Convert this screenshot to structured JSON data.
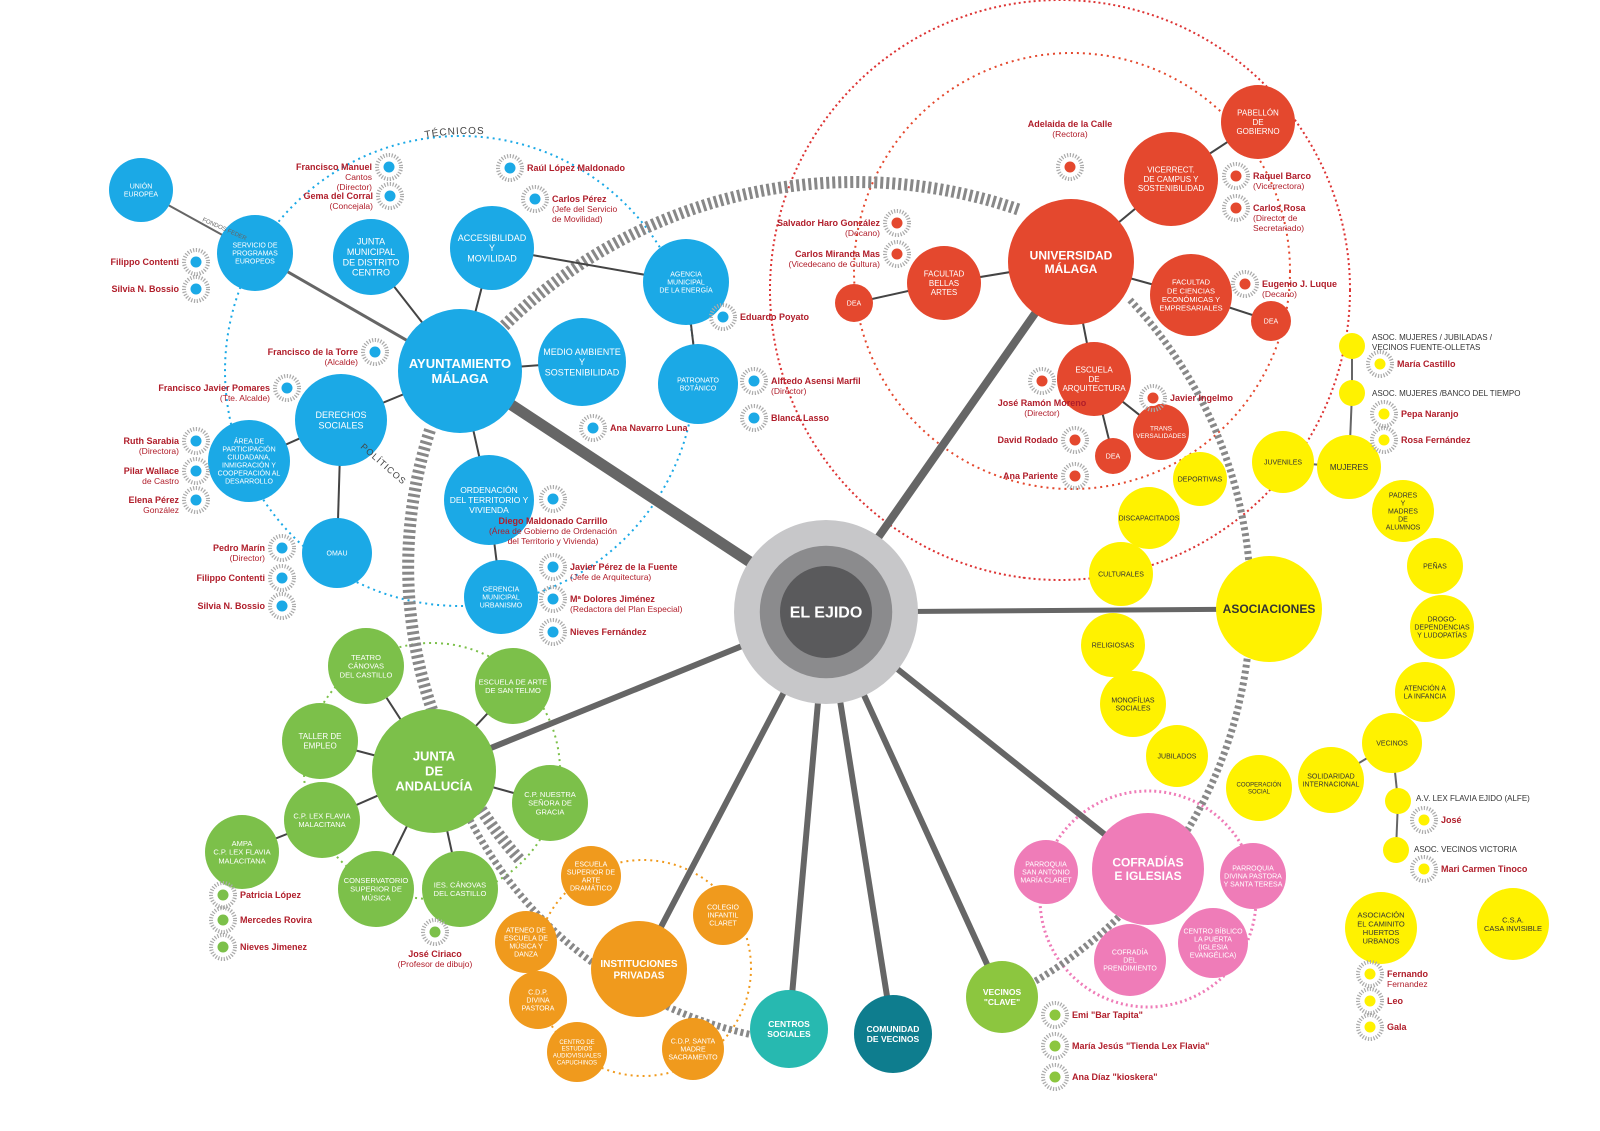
{
  "colors": {
    "blue": "#1ba9e6",
    "red": "#e4482e",
    "yellow": "#fff200",
    "green": "#7cc04a",
    "orange": "#f09a1d",
    "pink": "#ef7cb8",
    "teal": "#27b9b0",
    "darkteal": "#0e7d8e",
    "lime": "#8cc63f",
    "gray": "#666666",
    "person": "#b01d2a"
  },
  "arc_labels": {
    "tecnicos": "TÉCNICOS",
    "politicos": "POLÍTICOS",
    "fondos": "FONDOS FEDER"
  },
  "nodes": [
    {
      "id": "ejido",
      "label": [
        "EL EJIDO"
      ]
    },
    {
      "id": "ayto",
      "label": [
        "AYUNTAMIENTO",
        "MÁLAGA"
      ]
    },
    {
      "id": "ue",
      "label": [
        "UNIÓN",
        "EUROPEA"
      ]
    },
    {
      "id": "spe",
      "label": [
        "SERVICIO DE",
        "PROGRAMAS",
        "EUROPEOS"
      ]
    },
    {
      "id": "jmd",
      "label": [
        "JUNTA",
        "MUNICIPAL",
        "DE DISTRITO",
        "CENTRO"
      ]
    },
    {
      "id": "acc",
      "label": [
        "ACCESIBILIDAD",
        "Y",
        "MOVILIDAD"
      ]
    },
    {
      "id": "agencia",
      "label": [
        "AGENCIA",
        "MUNICIPAL",
        "DE LA ENERGÍA"
      ]
    },
    {
      "id": "medio",
      "label": [
        "MEDIO AMBIENTE",
        "Y",
        "SOSTENIBILIDAD"
      ]
    },
    {
      "id": "patronato",
      "label": [
        "PATRONATO",
        "BOTÁNICO"
      ]
    },
    {
      "id": "derechos",
      "label": [
        "DERECHOS",
        "SOCIALES"
      ]
    },
    {
      "id": "area",
      "label": [
        "ÁREA DE",
        "PARTICIPACIÓN",
        "CIUDADANA,",
        "INMIGRACIÓN Y",
        "COOPERACIÓN AL",
        "DESARROLLO"
      ]
    },
    {
      "id": "omau",
      "label": [
        "OMAU"
      ]
    },
    {
      "id": "ordenacion",
      "label": [
        "ORDENACIÓN",
        "DEL TERRITORIO Y",
        "VIVIENDA"
      ]
    },
    {
      "id": "gerencia",
      "label": [
        "GERENCIA",
        "MUNICIPAL",
        "URBANISMO"
      ]
    },
    {
      "id": "uma",
      "label": [
        "UNIVERSIDAD",
        "MÁLAGA"
      ]
    },
    {
      "id": "pabellon",
      "label": [
        "PABELLÓN",
        "DE",
        "GOBIERNO"
      ]
    },
    {
      "id": "vicerrect",
      "label": [
        "VICERRECT.",
        "DE CAMPUS Y",
        "SOSTENIBILIDAD"
      ]
    },
    {
      "id": "bellas",
      "label": [
        "FACULTAD",
        "BELLAS",
        "ARTES"
      ]
    },
    {
      "id": "dea1",
      "label": [
        "DEA"
      ]
    },
    {
      "id": "fcee",
      "label": [
        "FACULTAD",
        "DE CIENCIAS",
        "ECONÓMICAS Y",
        "EMPRESARIALES"
      ]
    },
    {
      "id": "dea2",
      "label": [
        "DEA"
      ]
    },
    {
      "id": "arq",
      "label": [
        "ESCUELA",
        "DE",
        "ARQUITECTURA"
      ]
    },
    {
      "id": "trans",
      "label": [
        "TRANS",
        "VERSALIDADES"
      ]
    },
    {
      "id": "dea3",
      "label": [
        "DEA"
      ]
    },
    {
      "id": "asoc",
      "label": [
        "ASOCIACIONES"
      ]
    },
    {
      "id": "juveniles",
      "label": [
        "JUVENILES"
      ]
    },
    {
      "id": "mujeres",
      "label": [
        "MUJERES"
      ]
    },
    {
      "id": "deportivas",
      "label": [
        "DEPORTIVAS"
      ]
    },
    {
      "id": "discap",
      "label": [
        "DISCAPACITADOS"
      ]
    },
    {
      "id": "culturales",
      "label": [
        "CULTURALES"
      ]
    },
    {
      "id": "religiosas",
      "label": [
        "RELIGIOSAS"
      ]
    },
    {
      "id": "monofilias",
      "label": [
        "MONOFÍLIAS",
        "SOCIALES"
      ]
    },
    {
      "id": "jubilados",
      "label": [
        "JUBILADOS"
      ]
    },
    {
      "id": "coop",
      "label": [
        "COOPERACIÓN",
        "SOCIAL"
      ]
    },
    {
      "id": "solid",
      "label": [
        "SOLIDARIDAD",
        "INTERNACIONAL"
      ]
    },
    {
      "id": "vecinos",
      "label": [
        "VECINOS"
      ]
    },
    {
      "id": "padres",
      "label": [
        "PADRES",
        "Y",
        "MADRES",
        "DE",
        "ALUMNOS"
      ]
    },
    {
      "id": "penas",
      "label": [
        "PEÑAS"
      ]
    },
    {
      "id": "drogo",
      "label": [
        "DROGO-",
        "DEPENDENCIAS",
        "Y LUDOPATÍAS"
      ]
    },
    {
      "id": "atencion",
      "label": [
        "ATENCIÓN A",
        "LA INFANCIA"
      ]
    },
    {
      "id": "am1",
      "label": []
    },
    {
      "id": "am2",
      "label": []
    },
    {
      "id": "alfe",
      "label": []
    },
    {
      "id": "avic",
      "label": []
    },
    {
      "id": "huertos",
      "label": [
        "ASOCIACIÓN",
        "EL CAMINITO",
        "HUERTOS",
        "URBANOS"
      ]
    },
    {
      "id": "csa",
      "label": [
        "C.S.A.",
        "CASA INVISIBLE"
      ]
    },
    {
      "id": "junta",
      "label": [
        "JUNTA",
        "DE",
        "ANDALUCÍA"
      ]
    },
    {
      "id": "teatro",
      "label": [
        "TEATRO",
        "CÁNOVAS",
        "DEL CASTILLO"
      ]
    },
    {
      "id": "escarte",
      "label": [
        "ESCUELA DE ARTE",
        "DE SAN TELMO"
      ]
    },
    {
      "id": "taller",
      "label": [
        "TALLER DE",
        "EMPLEO"
      ]
    },
    {
      "id": "cpnuestra",
      "label": [
        "C.P. NUESTRA",
        "SEÑORA DE",
        "GRACIA"
      ]
    },
    {
      "id": "cplex",
      "label": [
        "C.P. LEX FLAVIA",
        "MALACITANA"
      ]
    },
    {
      "id": "ampa",
      "label": [
        "AMPA",
        "C.P. LEX FLAVIA",
        "MALACITANA"
      ]
    },
    {
      "id": "conserv",
      "label": [
        "CONSERVATORIO",
        "SUPERIOR DE",
        "MÚSICA"
      ]
    },
    {
      "id": "ies",
      "label": [
        "IES. CÁNOVAS",
        "DEL CASTILLO"
      ]
    },
    {
      "id": "instit",
      "label": [
        "INSTITUCIONES",
        "PRIVADAS"
      ]
    },
    {
      "id": "esad",
      "label": [
        "ESCUELA",
        "SUPERIOR DE",
        "ARTE",
        "DRAMÁTICO"
      ]
    },
    {
      "id": "claret",
      "label": [
        "COLEGIO",
        "INFANTIL",
        "CLARET"
      ]
    },
    {
      "id": "ateneo",
      "label": [
        "ATENEO DE",
        "ESCUELA DE",
        "MÚSICA Y",
        "DANZA"
      ]
    },
    {
      "id": "cdpdivina",
      "label": [
        "C.D.P.",
        "DIVINA",
        "PASTORA"
      ]
    },
    {
      "id": "cesa",
      "label": [
        "CENTRO DE",
        "ESTUDIOS",
        "AUDIOVISUALES",
        "CAPUCHINOS"
      ]
    },
    {
      "id": "cdpsanta",
      "label": [
        "C.D.P. SANTA",
        "MADRE",
        "SACRAMENTO"
      ]
    },
    {
      "id": "centros",
      "label": [
        "CENTROS",
        "SOCIALES"
      ]
    },
    {
      "id": "comunidad",
      "label": [
        "COMUNIDAD",
        "DE VECINOS"
      ]
    },
    {
      "id": "vclave",
      "label": [
        "VECINOS",
        "\"CLAVE\""
      ]
    },
    {
      "id": "cofradias",
      "label": [
        "COFRADÍAS",
        "E IGLESIAS"
      ]
    },
    {
      "id": "parroq1",
      "label": [
        "PARROQUIA",
        "SAN ANTONIO",
        "MARÍA CLARET"
      ]
    },
    {
      "id": "parroq2",
      "label": [
        "PARROQUIA",
        "DIVINA PASTORA",
        "Y SANTA TERESA"
      ]
    },
    {
      "id": "cofpren",
      "label": [
        "COFRADÍA",
        "DEL",
        "PRENDIMIENTO"
      ]
    },
    {
      "id": "cbiblico",
      "label": [
        "CENTRO BÍBLICO",
        "LA PUERTA",
        "(IGLESIA",
        "EVANGÉLICA)"
      ]
    }
  ],
  "side_labels": [
    {
      "id": "am1",
      "text": [
        "ASOC. MUJERES / JUBILADAS /",
        "VECINOS FUENTE-OLLETAS"
      ]
    },
    {
      "id": "am2",
      "text": [
        "ASOC. MUJERES /BANCO DEL TIEMPO"
      ]
    },
    {
      "id": "alfe",
      "text": [
        "A.V. LEX FLAVIA EJIDO (ALFE)"
      ]
    },
    {
      "id": "avic",
      "text": [
        "ASOC. VECINOS VICTORIA"
      ]
    }
  ],
  "people": [
    {
      "name": "Francisco Manuel",
      "role": "Cantos\n(Director)",
      "color": "blue"
    },
    {
      "name": "Gema del Corral",
      "role": "(Concejala)",
      "color": "blue"
    },
    {
      "name": "Raúl López Maldonado",
      "role": "",
      "color": "blue"
    },
    {
      "name": "Carlos Pérez",
      "role": "(Jefe del Servicio\nde Movilidad)",
      "color": "blue"
    },
    {
      "name": "Filippo Contenti",
      "role": "",
      "color": "blue"
    },
    {
      "name": "Silvia N. Bossio",
      "role": "",
      "color": "blue"
    },
    {
      "name": "Eduardo Poyato",
      "role": "",
      "color": "blue"
    },
    {
      "name": "Francisco de la Torre",
      "role": "(Alcalde)",
      "color": "blue"
    },
    {
      "name": "Francisco Javier Pomares",
      "role": "(Tte. Alcalde)",
      "color": "blue"
    },
    {
      "name": "Alfredo Asensi Marfil",
      "role": "(Director)",
      "color": "blue"
    },
    {
      "name": "Blanca Lasso",
      "role": "",
      "color": "blue"
    },
    {
      "name": "Ruth Sarabia",
      "role": "(Directora)",
      "color": "blue"
    },
    {
      "name": "Pilar Wallace",
      "role": "de Castro",
      "color": "blue"
    },
    {
      "name": "Elena Pérez",
      "role": "González",
      "color": "blue"
    },
    {
      "name": "Ana Navarro Luna",
      "role": "",
      "color": "blue"
    },
    {
      "name": "Diego Maldonado Carrillo",
      "role": "(Área de Gobierno de Ordenación\ndel Territorio y Vivienda)",
      "color": "blue"
    },
    {
      "name": "Pedro Marín",
      "role": "(Director)",
      "color": "blue"
    },
    {
      "name": "Filippo Contenti",
      "role": "",
      "color": "blue"
    },
    {
      "name": "Silvia N. Bossio",
      "role": "",
      "color": "blue"
    },
    {
      "name": "Javier Pérez de la Fuente",
      "role": "(Jefe de Arquitectura)",
      "color": "blue"
    },
    {
      "name": "Mª Dolores Jiménez",
      "role": "(Redactora del Plan Especial)",
      "color": "blue"
    },
    {
      "name": "Nieves Fernández",
      "role": "",
      "color": "blue"
    },
    {
      "name": "Adelaida de la Calle",
      "role": "(Rectora)",
      "color": "red"
    },
    {
      "name": "Raquel Barco",
      "role": "(Vicerrectora)",
      "color": "red"
    },
    {
      "name": "Carlos Rosa",
      "role": "(Director de\nSecretariado)",
      "color": "red"
    },
    {
      "name": "Salvador Haro González",
      "role": "(Decano)",
      "color": "red"
    },
    {
      "name": "Carlos Miranda Mas",
      "role": "(Vicedecano de Cultura)",
      "color": "red"
    },
    {
      "name": "Eugenio J. Luque",
      "role": "(Decano)",
      "color": "red"
    },
    {
      "name": "José Ramón Moreno",
      "role": "(Director)",
      "color": "red"
    },
    {
      "name": "Javier Ingelmo",
      "role": "",
      "color": "red"
    },
    {
      "name": "David Rodado",
      "role": "",
      "color": "red"
    },
    {
      "name": "Ana Pariente",
      "role": "",
      "color": "red"
    },
    {
      "name": "María Castillo",
      "role": "",
      "color": "yellow"
    },
    {
      "name": "Pepa Naranjo",
      "role": "",
      "color": "yellow"
    },
    {
      "name": "Rosa Fernández",
      "role": "",
      "color": "yellow"
    },
    {
      "name": "José",
      "role": "",
      "color": "yellow"
    },
    {
      "name": "Mari Carmen Tinoco",
      "role": "",
      "color": "yellow"
    },
    {
      "name": "Fernando",
      "role": "Fernandez",
      "color": "yellow"
    },
    {
      "name": "Leo",
      "role": "",
      "color": "yellow"
    },
    {
      "name": "Gala",
      "role": "",
      "color": "yellow"
    },
    {
      "name": "Patricia López",
      "role": "",
      "color": "green"
    },
    {
      "name": "Mercedes Rovira",
      "role": "",
      "color": "green"
    },
    {
      "name": "Nieves Jimenez",
      "role": "",
      "color": "green"
    },
    {
      "name": "José Ciriaco",
      "role": "(Profesor de dibujo)",
      "color": "green"
    },
    {
      "name": "Emi \"Bar Tapita\"",
      "role": "",
      "color": "lime"
    },
    {
      "name": "María Jesús \"Tienda Lex Flavia\"",
      "role": "",
      "color": "lime"
    },
    {
      "name": "Ana Díaz \"kioskera\"",
      "role": "",
      "color": "lime"
    }
  ]
}
